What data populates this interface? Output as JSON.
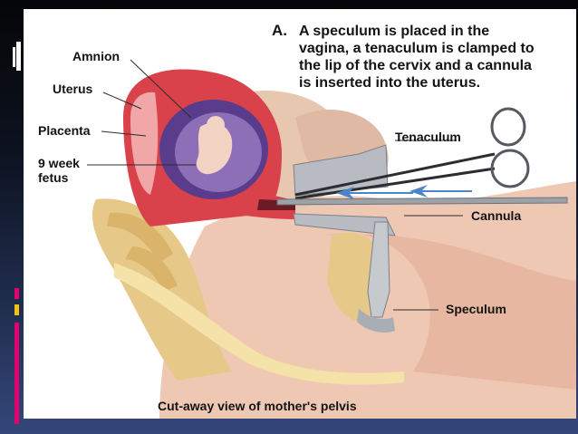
{
  "figure": {
    "heading_letter": "A.",
    "heading_text": "A speculum is placed in the\nvagina, a tenaculum is clamped to\nthe lip of the cervix and a cannula\nis inserted into the uterus.",
    "caption": "Cut-away view of mother's pelvis",
    "labels": {
      "amnion": "Amnion",
      "uterus": "Uterus",
      "placenta": "Placenta",
      "fetus": "9 week\nfetus",
      "tenaculum": "Tenaculum",
      "cannula": "Cannula",
      "speculum": "Speculum"
    }
  },
  "colors": {
    "slide_top": "#050608",
    "slide_bottom": "#34477a",
    "accent_magenta": "#e3006f",
    "accent_yellow": "#f3c21a",
    "uterus_red": "#d9424a",
    "amnion_purple": "#5a3c8c",
    "bone_tan": "#e6c989",
    "skin": "#efc8b4",
    "instrument_silver": "#b8bcc2",
    "arrow_blue": "#4a86cc"
  }
}
